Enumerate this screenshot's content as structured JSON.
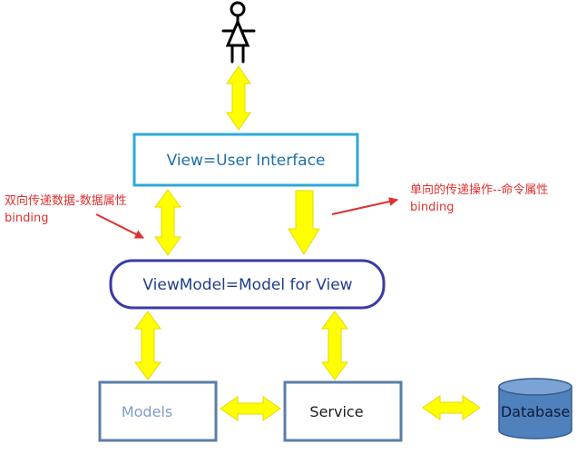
{
  "boxes": {
    "view": "View=User Interface",
    "viewmodel": "ViewModel=Model for View",
    "models": "Models",
    "service": "Service",
    "database": "Database"
  },
  "notes": {
    "two_way": "双向传递数据-数据属性\nbinding",
    "one_way": "单向的传递操作--命令属性\nbinding"
  },
  "colors": {
    "arrow_fill": "#ffff00",
    "arrow_stroke": "#e6d800",
    "view_border": "#2ea8d8",
    "viewmodel_border": "#3a3aa8",
    "models_border": "#5a7ea8",
    "service_border": "#5a7ea8",
    "database_fill": "#4f81bd",
    "annotation": "#e03030",
    "text_main": "#1f6fa8"
  },
  "icons": {
    "user": "stick-figure-user-icon",
    "database": "database-cylinder-icon"
  }
}
